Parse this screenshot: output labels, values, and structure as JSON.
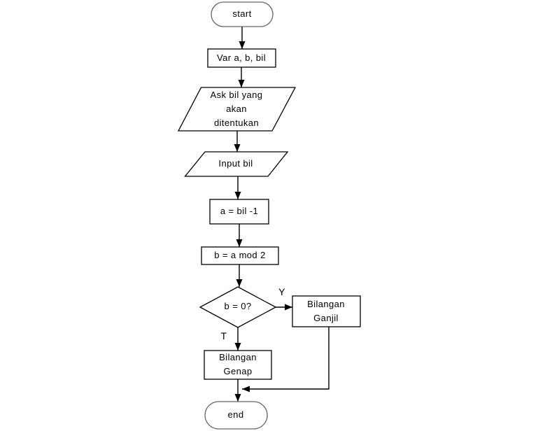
{
  "nodes": {
    "start": {
      "label": "start",
      "type": "terminator"
    },
    "declare": {
      "label": "Var a, b, bil",
      "type": "process"
    },
    "ask": {
      "lines": [
        "Ask bil yang",
        "akan",
        "ditentukan"
      ],
      "type": "input-output"
    },
    "input": {
      "label": "Input bil",
      "type": "input-output"
    },
    "assign_a": {
      "label": "a = bil -1",
      "type": "process"
    },
    "assign_b": {
      "label": "b = a mod 2",
      "type": "process"
    },
    "decision": {
      "label": "b = 0?",
      "type": "decision"
    },
    "odd": {
      "lines": [
        "Bilangan",
        "Ganjil"
      ],
      "type": "process"
    },
    "even": {
      "lines": [
        "Bilangan",
        "Genap"
      ],
      "type": "process"
    },
    "end": {
      "label": "end",
      "type": "terminator"
    }
  },
  "edge_labels": {
    "yes": "Y",
    "no": "T"
  },
  "colors": {
    "background": "#ffffff",
    "shape_fill": "#ffffff",
    "shape_stroke": "#000000",
    "terminator_stroke": "#666666",
    "text": "#000000"
  }
}
